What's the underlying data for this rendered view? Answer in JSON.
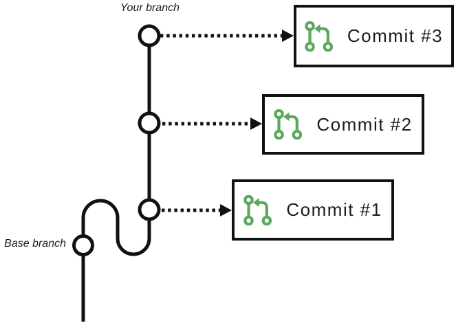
{
  "labels": {
    "your_branch": "Your branch",
    "base_branch": "Base branch"
  },
  "commits": [
    {
      "label": "Commit #3",
      "icon": "git-pull-request"
    },
    {
      "label": "Commit #2",
      "icon": "git-pull-request"
    },
    {
      "label": "Commit #1",
      "icon": "git-pull-request"
    }
  ],
  "colors": {
    "accent_green": "#5CA85C",
    "line_black": "#111111",
    "text_color": "#1B1B1B",
    "bg": "#FFFFFF"
  }
}
